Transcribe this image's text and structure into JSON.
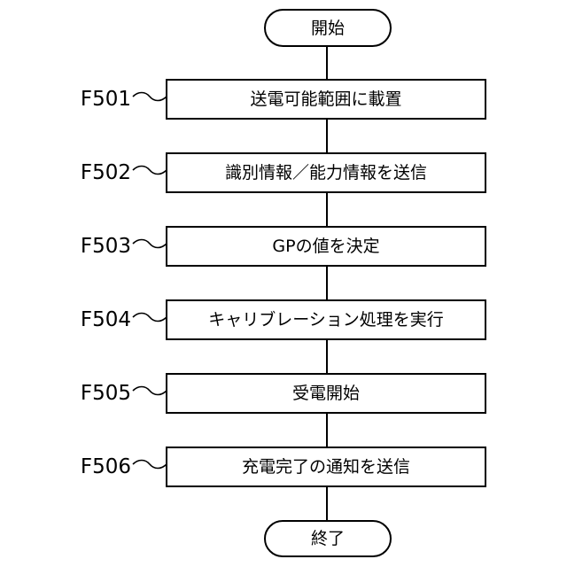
{
  "flowchart": {
    "start": {
      "label": "開始"
    },
    "end": {
      "label": "終了"
    },
    "steps": [
      {
        "id": "F501",
        "label": "送電可能範囲に載置"
      },
      {
        "id": "F502",
        "label": "識別情報／能力情報を送信"
      },
      {
        "id": "F503",
        "label": "GPの値を決定"
      },
      {
        "id": "F504",
        "label": "キャリブレーション処理を実行"
      },
      {
        "id": "F505",
        "label": "受電開始"
      },
      {
        "id": "F506",
        "label": "充電完了の通知を送信"
      }
    ]
  }
}
